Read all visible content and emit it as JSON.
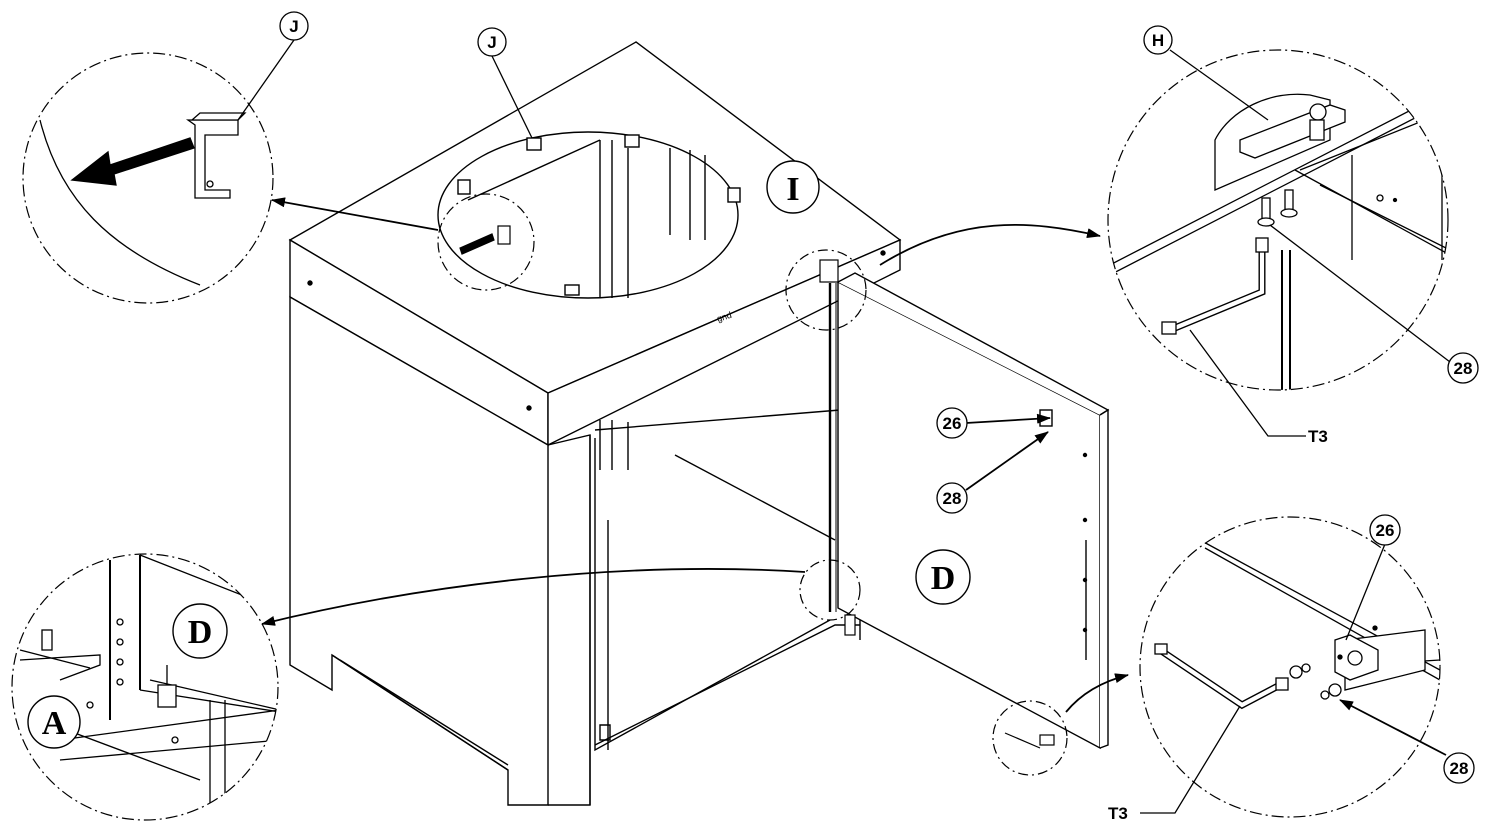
{
  "callouts": {
    "j_top": "J",
    "j_detail": "J",
    "h_detail": "H",
    "i_main": "I",
    "n28_detail_top": "28",
    "t3_detail_top": "T3",
    "n26_door": "26",
    "n28_door": "28",
    "d_door": "D",
    "d_detail": "D",
    "a_detail": "A",
    "n26_detail_bottom": "26",
    "n28_detail_bottom": "28",
    "t3_detail_bottom": "T3"
  },
  "logo": "gnd"
}
